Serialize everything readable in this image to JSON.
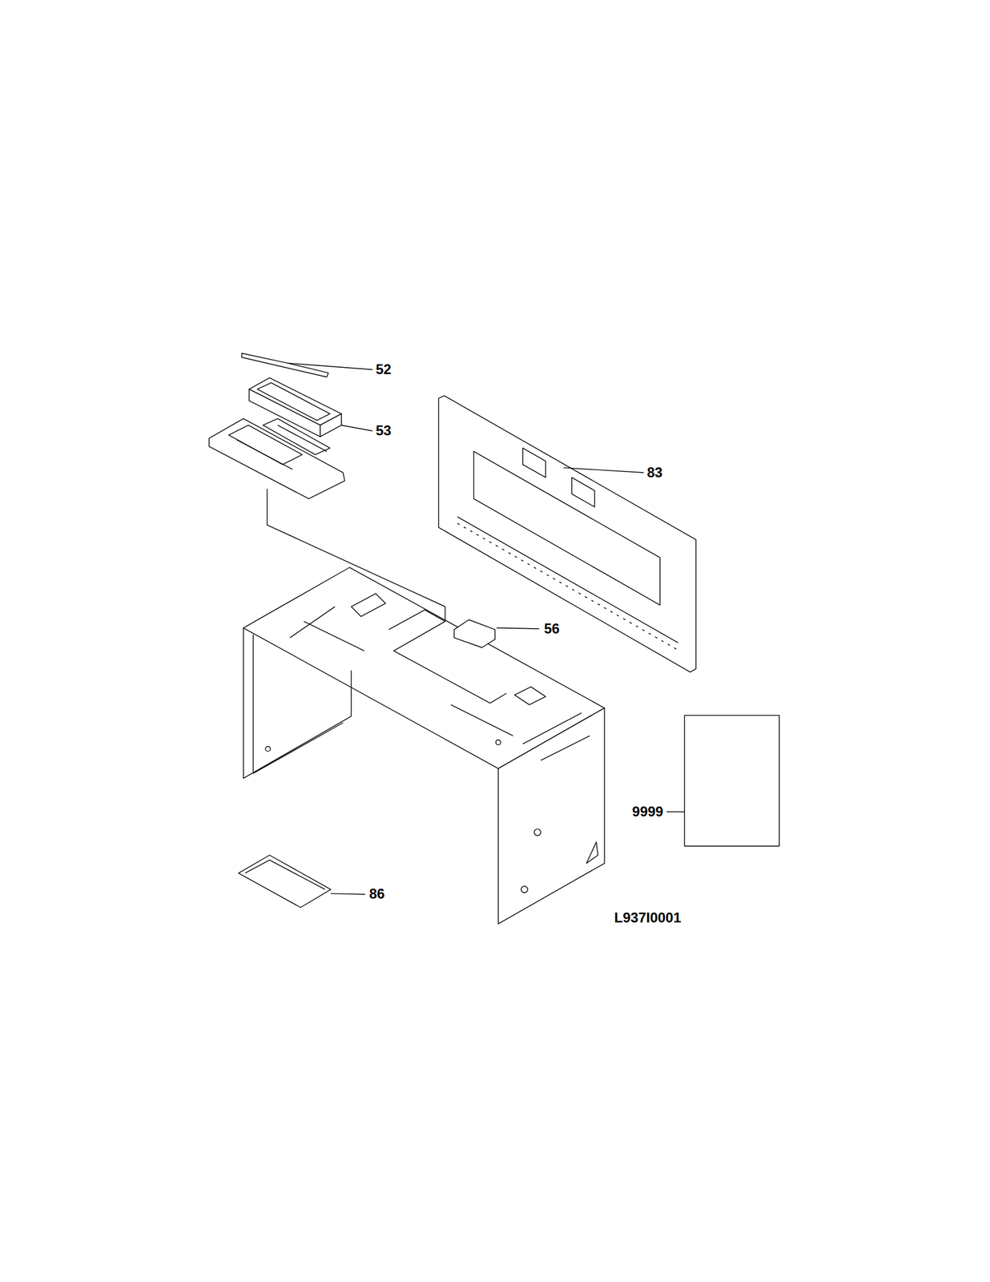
{
  "diagram": {
    "labels": [
      "52",
      "53",
      "83",
      "56",
      "9999",
      "86",
      "L937I0001"
    ]
  }
}
